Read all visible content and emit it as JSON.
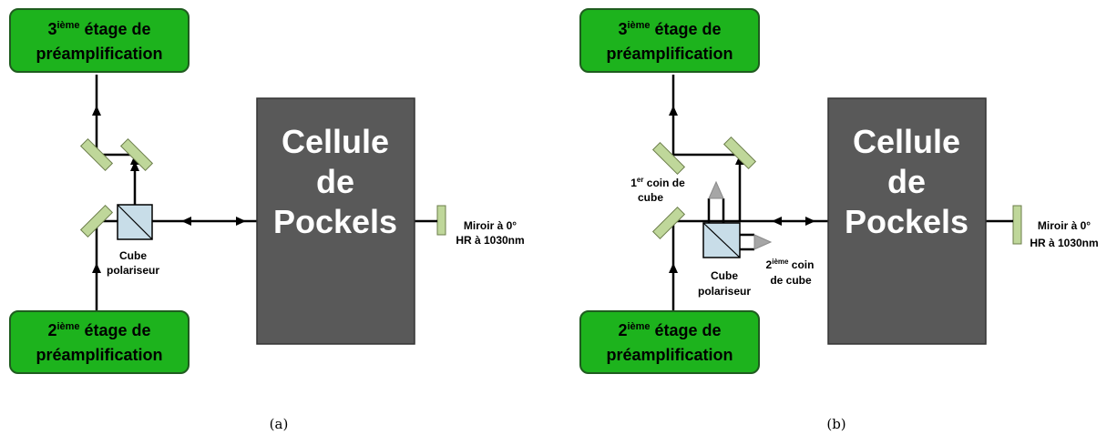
{
  "colors": {
    "stage_fill": "#1db31d",
    "stage_stroke": "#1f5c1f",
    "pockels_fill": "#595959",
    "mirror_fill": "#bfd79a",
    "cube_fill": "#c8dde8",
    "corner_cube_fill": "#a6a6a6"
  },
  "panels": [
    {
      "caption": "(a)",
      "stage_top": {
        "sup_num": "3",
        "sup": "ième",
        "line1_rest": " étage de",
        "line2": "préamplification"
      },
      "stage_bottom": {
        "sup_num": "2",
        "sup": "ième",
        "line1_rest": " étage de",
        "line2": "préamplification"
      },
      "pockels": {
        "line1": "Cellule",
        "line2": "de",
        "line3": "Pockels"
      },
      "mirror_label": {
        "line1": "Miroir à 0°",
        "line2": "HR à 1030nm"
      },
      "cube_label": {
        "line1": "Cube",
        "line2": "polariseur"
      }
    },
    {
      "caption": "(b)",
      "stage_top": {
        "sup_num": "3",
        "sup": "ième",
        "line1_rest": " étage de",
        "line2": "préamplification"
      },
      "stage_bottom": {
        "sup_num": "2",
        "sup": "ième",
        "line1_rest": " étage de",
        "line2": "préamplification"
      },
      "pockels": {
        "line1": "Cellule",
        "line2": "de",
        "line3": "Pockels"
      },
      "mirror_label": {
        "line1": "Miroir à 0°",
        "line2": "HR à 1030nm"
      },
      "cube_label": {
        "line1": "Cube",
        "line2": "polariseur"
      },
      "corner1_label": {
        "num": "1",
        "sup": "er",
        "line1_rest": " coin de",
        "line2": "cube"
      },
      "corner2_label": {
        "num": "2",
        "sup": "ième",
        "line1_rest": " coin",
        "line2": "de cube"
      }
    }
  ]
}
